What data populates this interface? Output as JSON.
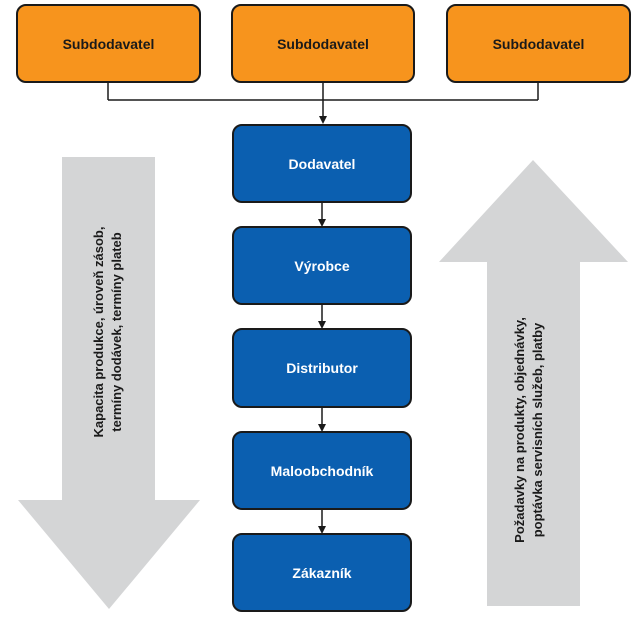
{
  "suppliers": [
    {
      "label": "Subdodavatel"
    },
    {
      "label": "Subdodavatel"
    },
    {
      "label": "Subdodavatel"
    }
  ],
  "chain": [
    {
      "label": "Dodavatel"
    },
    {
      "label": "Výrobce"
    },
    {
      "label": "Distributor"
    },
    {
      "label": "Maloobchodník"
    },
    {
      "label": "Zákazník"
    }
  ],
  "left_arrow": {
    "line1": "Kapacita produkce, úroveň zásob,",
    "line2": "termíny dodávek, termíny plateb"
  },
  "right_arrow": {
    "line1": "Požadavky na produkty, objednávky,",
    "line2": "poptávka servisních služeb, platby"
  },
  "colors": {
    "supplier_fill": "#f7941d",
    "chain_fill": "#0b5fb0",
    "arrow_fill": "#d4d5d6",
    "outline": "#1a1a1a"
  }
}
